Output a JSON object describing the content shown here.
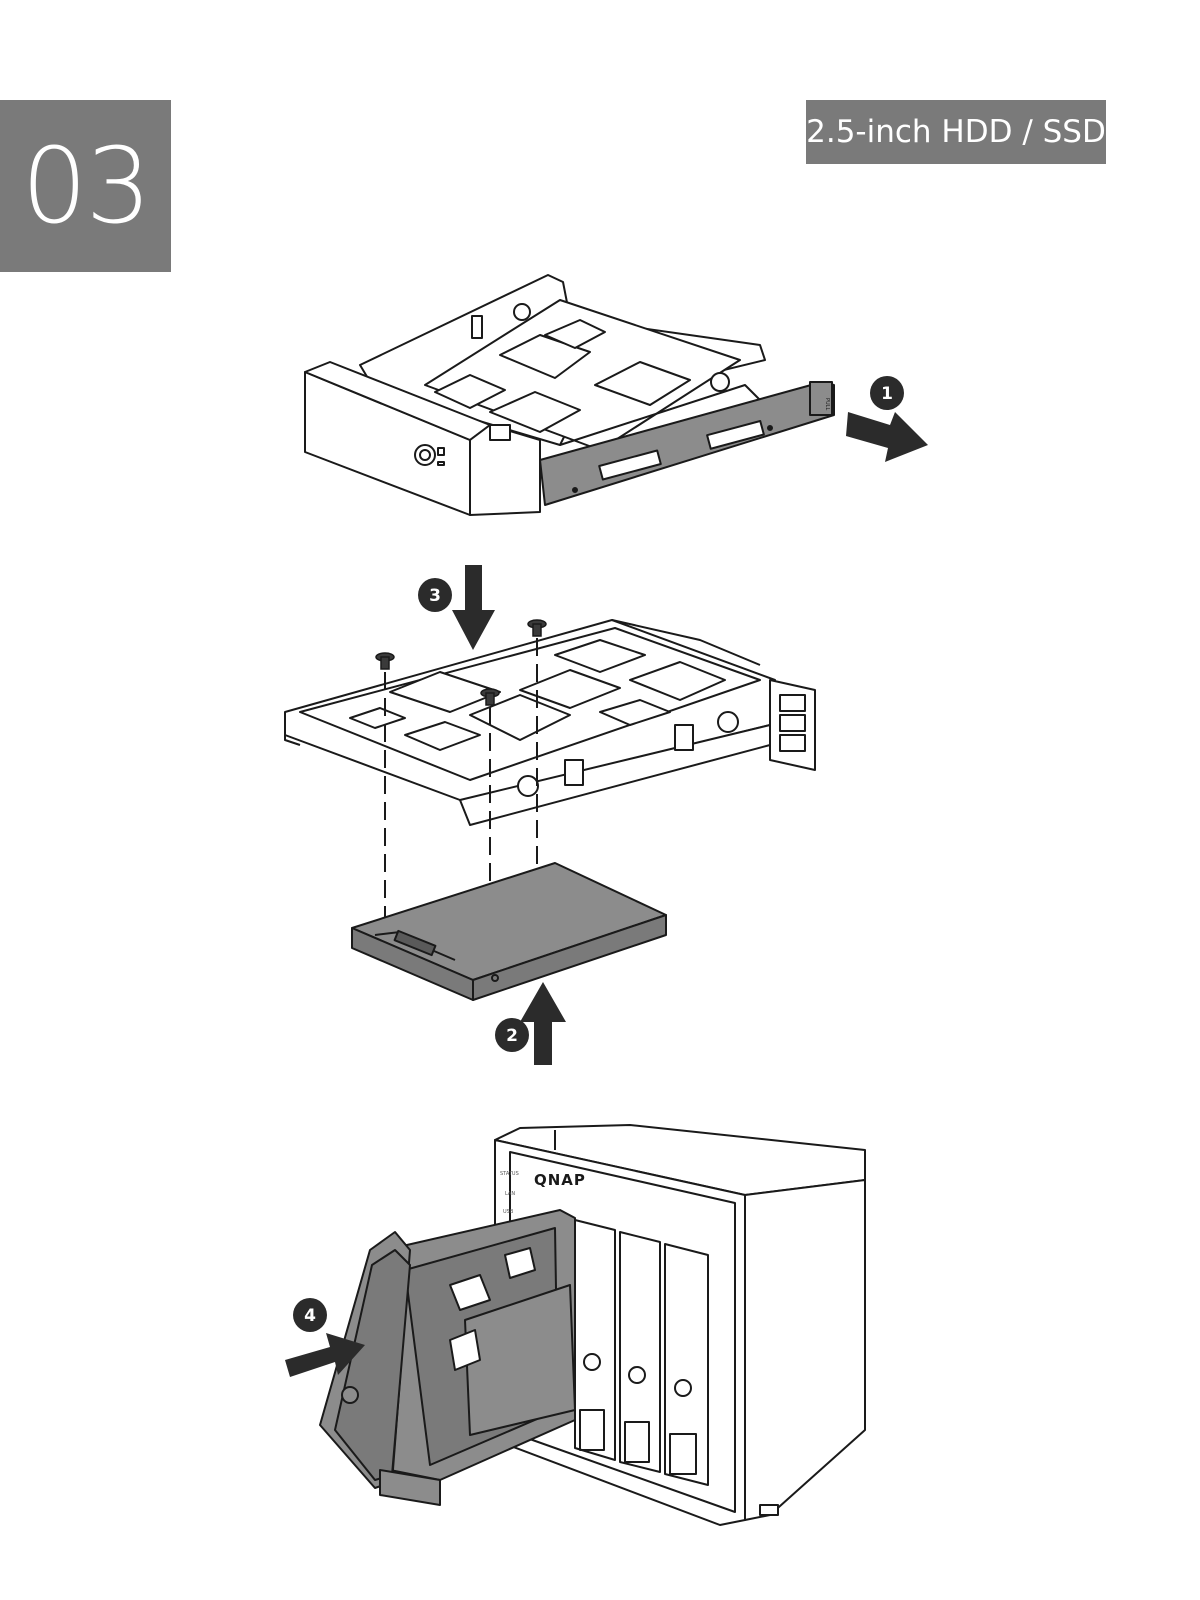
{
  "step_number": "03",
  "title": "2.5-inch HDD / SSD",
  "tray_label": "PULL",
  "brand": "QNAP",
  "front_panel": {
    "status_label": "STATUS",
    "lan_label": "LAN",
    "usb_label": "USB"
  },
  "steps": [
    {
      "number": "1"
    },
    {
      "number": "2"
    },
    {
      "number": "3"
    },
    {
      "number": "4"
    }
  ],
  "colors": {
    "panel_gray": "#7a7a7a",
    "fill_gray": "#8c8c8c",
    "line": "#1a1a1a",
    "badge": "#2b2b2b",
    "arrow": "#2b2b2b"
  }
}
